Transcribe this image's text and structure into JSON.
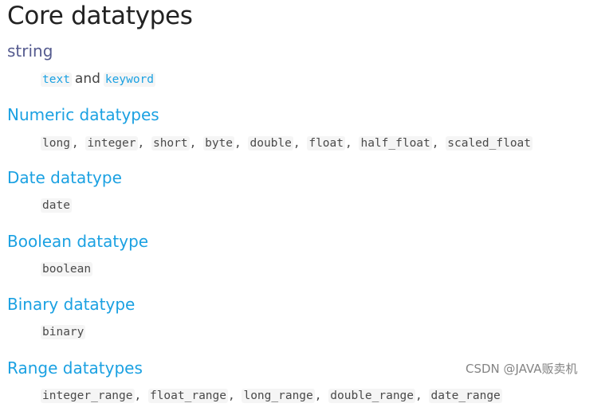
{
  "title": "Core datatypes",
  "sections": [
    {
      "heading": "string",
      "items": [
        "text",
        "keyword"
      ],
      "connector": "and"
    },
    {
      "heading": "Numeric datatypes",
      "items": [
        "long",
        "integer",
        "short",
        "byte",
        "double",
        "float",
        "half_float",
        "scaled_float"
      ]
    },
    {
      "heading": "Date datatype",
      "items": [
        "date"
      ]
    },
    {
      "heading": "Boolean datatype",
      "items": [
        "boolean"
      ]
    },
    {
      "heading": "Binary datatype",
      "items": [
        "binary"
      ]
    },
    {
      "heading": "Range datatypes",
      "items": [
        "integer_range",
        "float_range",
        "long_range",
        "double_range",
        "date_range"
      ]
    }
  ],
  "watermark": "CSDN @JAVA贩卖机",
  "colors": {
    "heading_link": "#1ba1e2",
    "visited_link": "#555b8f",
    "code_bg": "#f5f5f5"
  }
}
